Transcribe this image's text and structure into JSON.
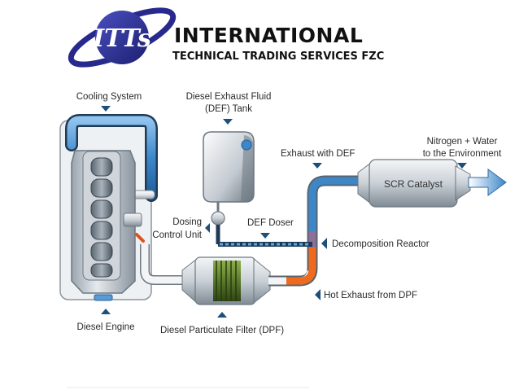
{
  "logo": {
    "mark": "ITTs",
    "company_name": "INTERNATIONAL",
    "company_tagline": "TECHNICAL TRADING SERVICES FZC"
  },
  "diagram": {
    "labels": {
      "cooling_system": "Cooling System",
      "def_tank_line1": "Diesel Exhaust Fluid",
      "def_tank_line2": "(DEF) Tank",
      "dosing_line1": "Dosing",
      "dosing_line2": "Control Unit",
      "def_doser": "DEF Doser",
      "exhaust_with_def": "Exhaust with DEF",
      "scr_catalyst": "SCR Catalyst",
      "output_line1": "Nitrogen + Water",
      "output_line2": "to the Environment",
      "decomposition_reactor": "Decomposition Reactor",
      "hot_exhaust": "Hot Exhaust from DPF",
      "diesel_engine": "Diesel Engine",
      "dpf": "Diesel Particulate Filter (DPF)"
    }
  },
  "colors": {
    "brand_navy": "#272a8c",
    "pipe_blue": "#3d87c9",
    "pipe_dark": "#1f3a55",
    "hot_orange": "#f06a1d",
    "marker_blue": "#1c4f7c",
    "dpf_green": "#5b7a2a"
  }
}
